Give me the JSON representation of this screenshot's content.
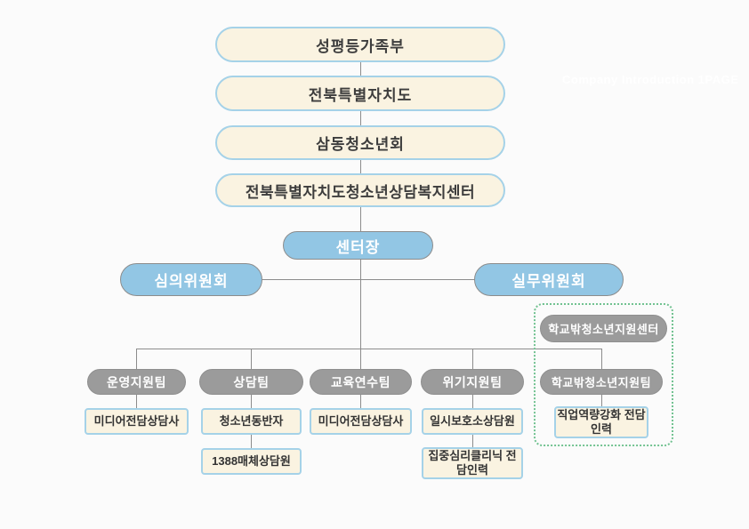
{
  "page": {
    "background_color": "#fbfbfb",
    "watermark": "Company Introduction 1PAGE"
  },
  "colors": {
    "box_fill_cream": "#faf3e1",
    "box_border_blue": "#a5d2e8",
    "node_fill_blue": "#92c6e4",
    "node_border_gray": "#8c8c8c",
    "team_fill_gray": "#9b9b9b",
    "connector_gray": "#8c8c8c",
    "dotted_group_green": "#72c291",
    "text_dark": "#3d3d3d",
    "text_white": "#ffffff"
  },
  "org_chart": {
    "hierarchy_boxes": [
      "성평등가족부",
      "전북특별자치도",
      "삼동청소년회",
      "전북특별자치도청소년상담복지센터"
    ],
    "director_label": "센터장",
    "committees": {
      "left": "심의위원회",
      "right": "실무위원회"
    },
    "outside_school_center_label": "학교밖청소년지원센터",
    "teams": [
      {
        "name": "운영지원팀",
        "subunits": [
          "미디어전담상담사"
        ]
      },
      {
        "name": "상담팀",
        "subunits": [
          "청소년동반자",
          "1388매체상담원"
        ]
      },
      {
        "name": "교육연수팀",
        "subunits": [
          "미디어전담상담사"
        ]
      },
      {
        "name": "위기지원팀",
        "subunits": [
          "일시보호소상담원",
          "집중심리클리닉 전담인력"
        ]
      },
      {
        "name": "학교밖청소년지원팀",
        "subunits": [
          "직업역량강화 전담인력"
        ]
      }
    ]
  }
}
